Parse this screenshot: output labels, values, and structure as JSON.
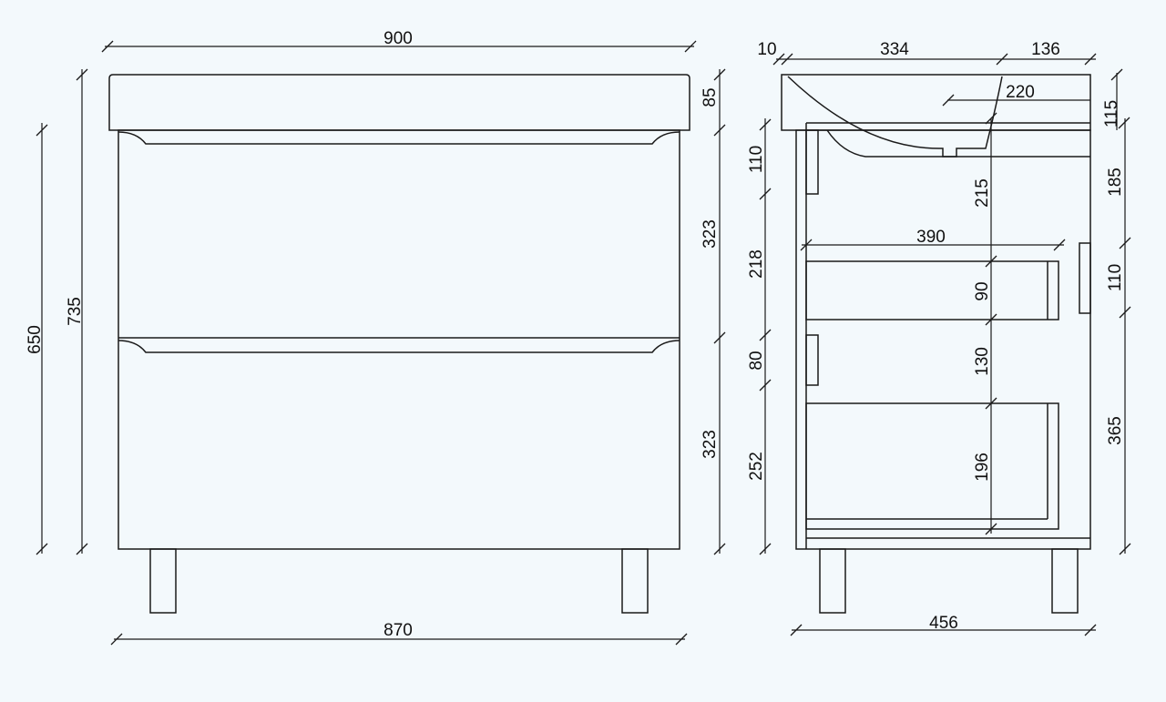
{
  "front_view": {
    "dims": {
      "overall_width": "900",
      "cabinet_width": "870",
      "overall_height": "735",
      "cabinet_height": "650",
      "basin_thickness": "85",
      "upper_drawer": "323",
      "lower_drawer": "323"
    }
  },
  "side_view": {
    "dims": {
      "rear_offset": "10",
      "bowl_span": "334",
      "front_overhang": "136",
      "drain_offset": "220",
      "top_thickness": "115",
      "siphon_depth": "215",
      "drawer_depth": "390",
      "upper_front": "110",
      "upper_body": "218",
      "upper_box": "90",
      "lower_front": "80",
      "lower_gap": "130",
      "lower_body": "252",
      "lower_box": "196",
      "right_upper": "185",
      "right_handle": "110",
      "right_lower": "365",
      "overall_depth": "456"
    }
  },
  "colors": {
    "background": "#f3f9fc",
    "line": "#1a1a1a"
  }
}
